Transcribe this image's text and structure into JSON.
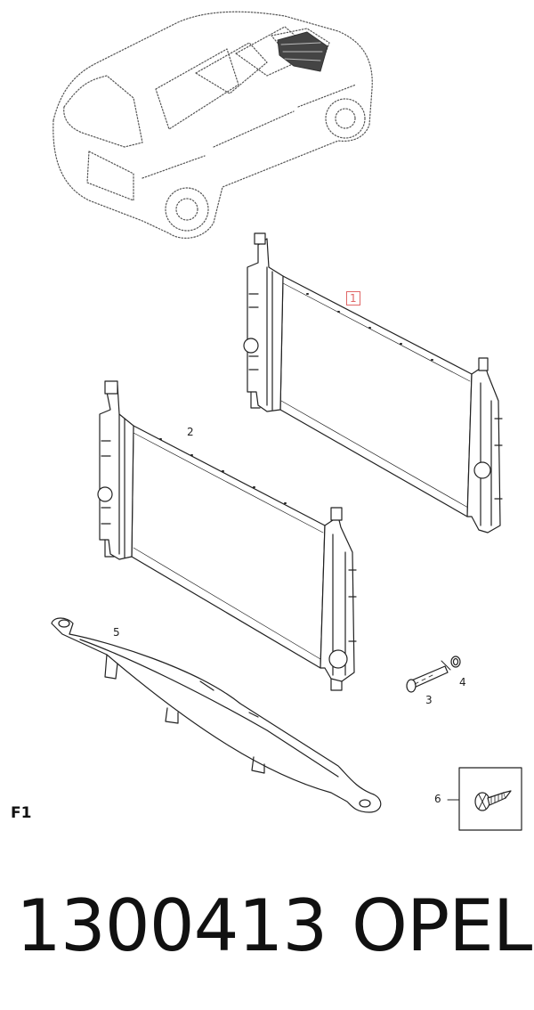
{
  "diagram": {
    "callouts": {
      "radiator_1": "1",
      "radiator_2": "2",
      "plug_3": "3",
      "seal_4": "4",
      "deflector_5": "5",
      "screw_6": "6"
    },
    "sheet_code": "F1"
  },
  "footer": {
    "part_number": "1300413",
    "brand": "OPEL"
  },
  "colors": {
    "line": "#222222",
    "highlight": "#e06666"
  }
}
